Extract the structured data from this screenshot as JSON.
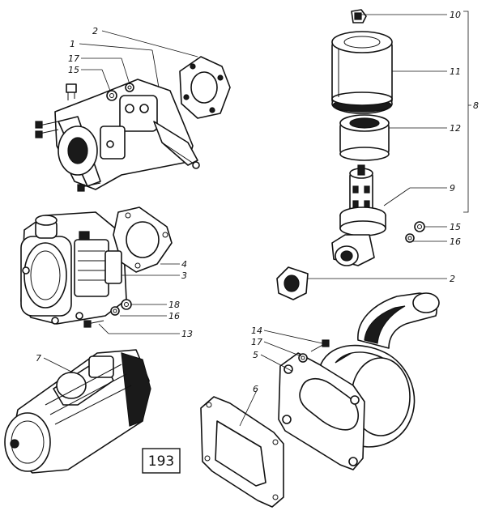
{
  "figure_number": "193",
  "labels": {
    "top_left": {
      "n2": "2",
      "n1": "1",
      "n17": "17",
      "n15": "15"
    },
    "mid_left": {
      "n4": "4",
      "n3": "3",
      "n18": "18",
      "n16": "16",
      "n13": "13"
    },
    "starter": {
      "n7": "7"
    },
    "filter": {
      "n10": "10",
      "n11": "11",
      "n8": "8",
      "n12": "12",
      "n9": "9",
      "n15": "15",
      "n16": "16",
      "n2": "2"
    },
    "elbow": {
      "n14": "14",
      "n17": "17",
      "n5": "5",
      "n6": "6"
    }
  }
}
